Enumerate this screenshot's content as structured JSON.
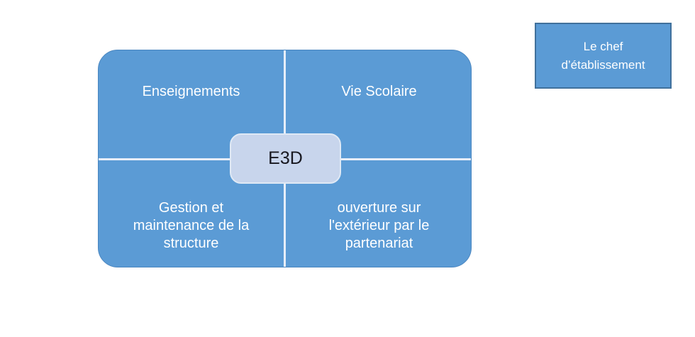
{
  "colors": {
    "main_blue": "#5B9BD5",
    "matrix_border": "#4A86C0",
    "divider": "#E7EEF8",
    "center_fill": "#C8D5EC",
    "center_border": "#DFE9F5",
    "center_text": "#17171F",
    "side_box_border": "#41719C",
    "label_text": "#FFFFFF",
    "background": "#FFFFFF"
  },
  "diagram": {
    "center_label": "E3D",
    "quadrants": [
      {
        "id": "top-left",
        "label": "Enseignements"
      },
      {
        "id": "top-right",
        "label": "Vie Scolaire"
      },
      {
        "id": "bottom-left",
        "label": "Gestion et maintenance de la structure"
      },
      {
        "id": "bottom-right",
        "label": "ouverture sur l'extérieur par le partenariat"
      }
    ]
  },
  "side_box": {
    "label": "Le chef d’établissement"
  }
}
